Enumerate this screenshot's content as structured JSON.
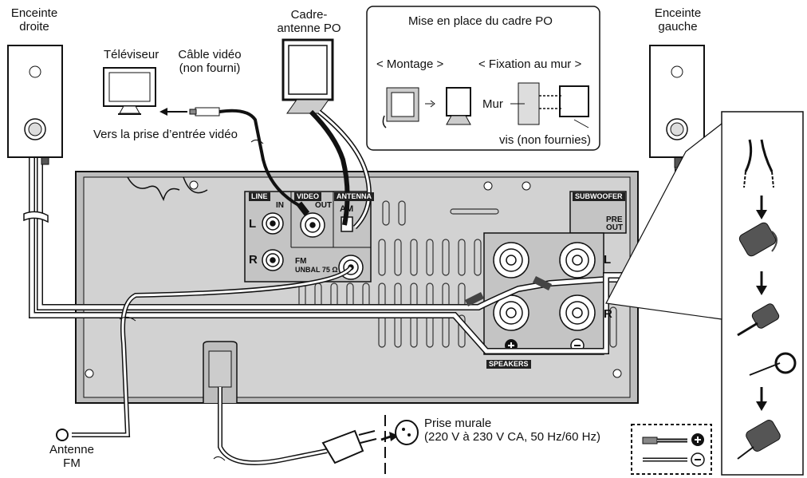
{
  "speakers": {
    "right_label_1": "Enceinte",
    "right_label_2": "droite",
    "left_label_1": "Enceinte",
    "left_label_2": "gauche"
  },
  "tv": {
    "label": "Téléviseur",
    "to_input": "Vers la prise d’entrée vidéo"
  },
  "video_cable": {
    "label_1": "Câble vidéo",
    "label_2": "(non fourni)"
  },
  "am_antenna": {
    "label_1": "Cadre-",
    "label_2": "antenne PO"
  },
  "inset": {
    "title": "Mise en place du cadre PO",
    "mounting": "< Montage >",
    "wall_fixing": "< Fixation au mur >",
    "wall": "Mur",
    "screws": "vis (non fournies)"
  },
  "panel": {
    "line": "LINE",
    "in": "IN",
    "video": "VIDEO",
    "out": "OUT",
    "antenna": "ANTENNA",
    "am": "AM",
    "l": "L",
    "r": "R",
    "fm": "FM",
    "unbal": "UNBAL 75 Ω",
    "subwoofer": "SUBWOOFER",
    "pre": "PRE",
    "pre_out": "OUT",
    "speakers": "SPEAKERS",
    "spk_l": "L",
    "spk_r": "R"
  },
  "fm_antenna": {
    "label_1": "Antenne",
    "label_2": "FM"
  },
  "outlet": {
    "label_1": "Prise murale",
    "label_2": "(220 V à 230 V CA, 50 Hz/60 Hz)"
  },
  "colors": {
    "panel": "#c8c8c8",
    "outline": "#111111",
    "cable": "#ffffff"
  }
}
